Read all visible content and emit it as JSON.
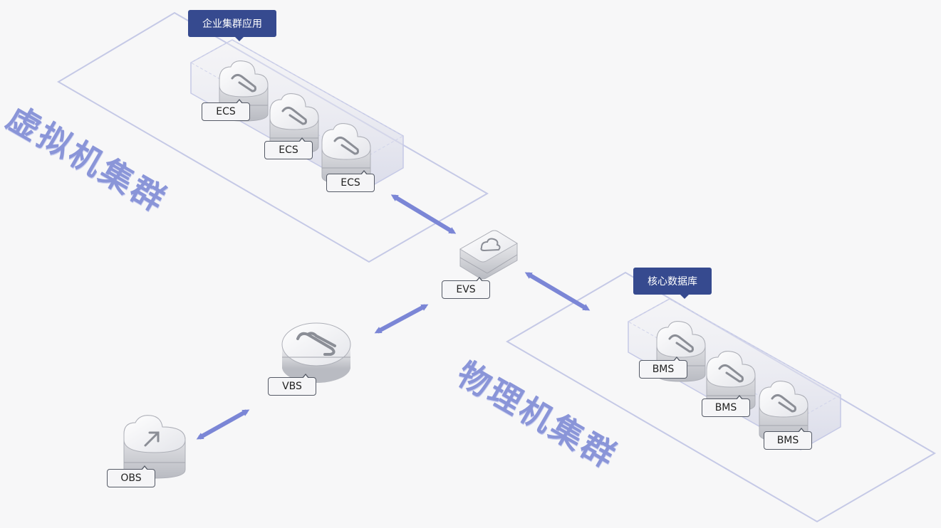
{
  "zones": {
    "vm_cluster": "虚拟机集群",
    "physical_cluster": "物理机集群"
  },
  "callouts": {
    "enterprise_app": "企业集群应用",
    "core_db": "核心数据库"
  },
  "labels": {
    "ecs": [
      "ECS",
      "ECS",
      "ECS"
    ],
    "bms": [
      "BMS",
      "BMS",
      "BMS"
    ],
    "evs": "EVS",
    "vbs": "VBS",
    "obs": "OBS"
  },
  "colors": {
    "zone_text": "#8a95d8",
    "callout_bg": "#364a8f",
    "arrow": "#7b86d6",
    "outline": "#c5c9e6"
  }
}
